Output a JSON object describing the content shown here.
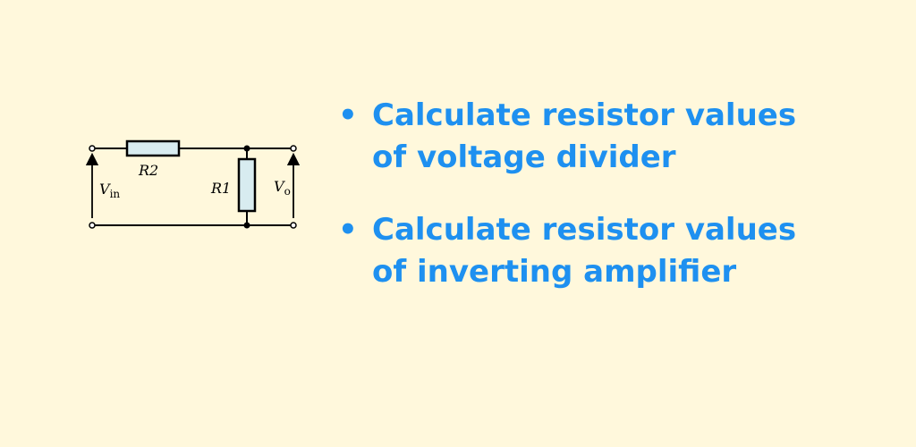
{
  "colors": {
    "background": "#fff8dc",
    "accent": "#1e90f0",
    "resistor_fill": "#d8ecf0"
  },
  "diagram": {
    "r2_label": "R2",
    "r1_label": "R1",
    "vin_main": "V",
    "vin_sub": "in",
    "vo_main": "V",
    "vo_sub": "o"
  },
  "features": [
    {
      "bullet": "•",
      "text": "Calculate resistor values\nof voltage divider"
    },
    {
      "bullet": "•",
      "text": "Calculate resistor values\nof inverting amplifier"
    }
  ]
}
